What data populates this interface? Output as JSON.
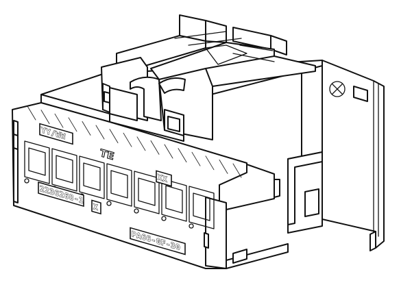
{
  "diagram": {
    "markings": {
      "date_code": "YY/WW",
      "logo": "TE",
      "cavity_code": "XX",
      "part_number": "2236268-1",
      "part_suffix": "X",
      "material": "PA66-GF-30"
    },
    "colors": {
      "stroke": "#111111",
      "fill": "#ffffff",
      "background": "#ffffff"
    },
    "icons": [
      "recycling-symbol-icon"
    ]
  }
}
